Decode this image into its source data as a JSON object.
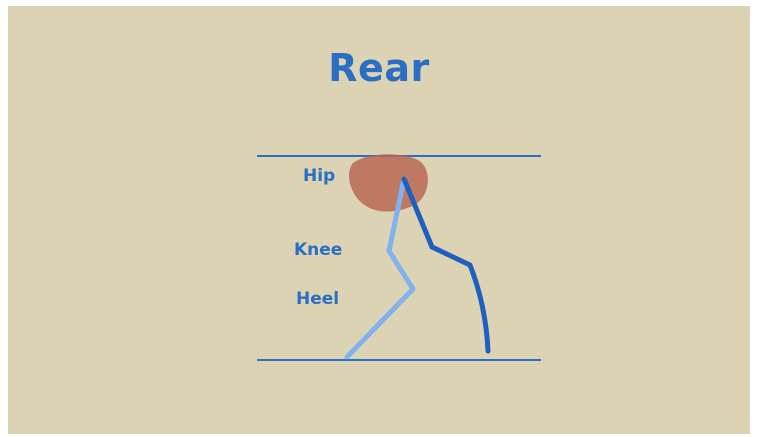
{
  "title": "Rear",
  "labels": {
    "hip": "Hip",
    "knee": "Knee",
    "heel": "Heel"
  },
  "colors": {
    "background": "#dcd3b4",
    "title": "#2a6fc4",
    "guide_lines": "#2a6fc4",
    "hip_blob": "#b8654f",
    "light_leg": "#7fb2ef",
    "dark_leg": "#1e5fbf"
  }
}
